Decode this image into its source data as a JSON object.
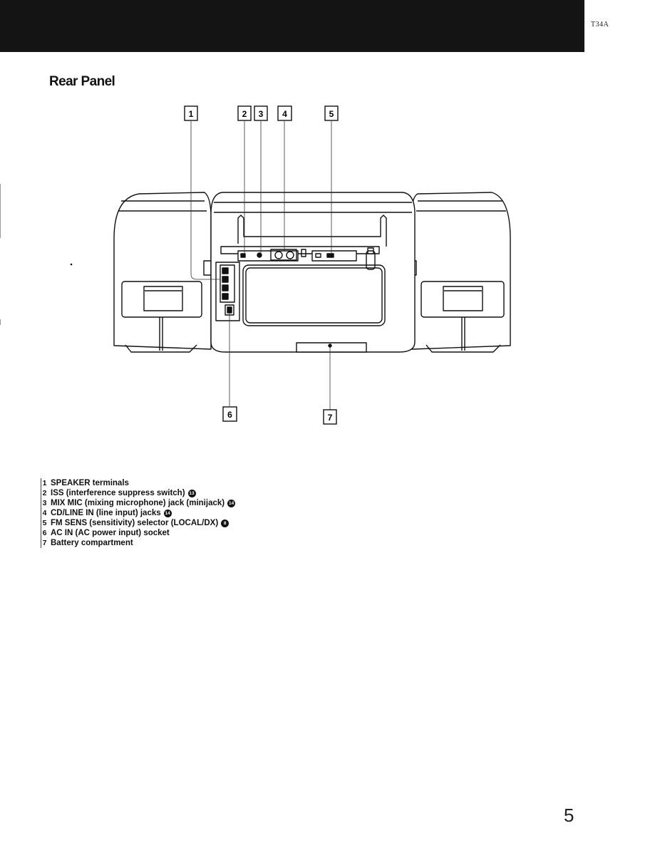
{
  "header": {
    "page_code": "T34A"
  },
  "title": "Rear Panel",
  "callouts": [
    "1",
    "2",
    "3",
    "4",
    "5",
    "6",
    "7"
  ],
  "legend": [
    {
      "num": "1",
      "text": "SPEAKER terminals",
      "ref": ""
    },
    {
      "num": "2",
      "text": "ISS (interference suppress switch)",
      "ref": "13"
    },
    {
      "num": "3",
      "text": "MIX MIC (mixing microphone) jack (minijack)",
      "ref": "14"
    },
    {
      "num": "4",
      "text": "CD/LINE IN (line input) jacks",
      "ref": "14"
    },
    {
      "num": "5",
      "text": "FM SENS (sensitivity) selector (LOCAL/DX)",
      "ref": "8"
    },
    {
      "num": "6",
      "text": "AC IN (AC power input) socket",
      "ref": ""
    },
    {
      "num": "7",
      "text": "Battery compartment",
      "ref": ""
    }
  ],
  "footer": {
    "page_number": "5"
  }
}
